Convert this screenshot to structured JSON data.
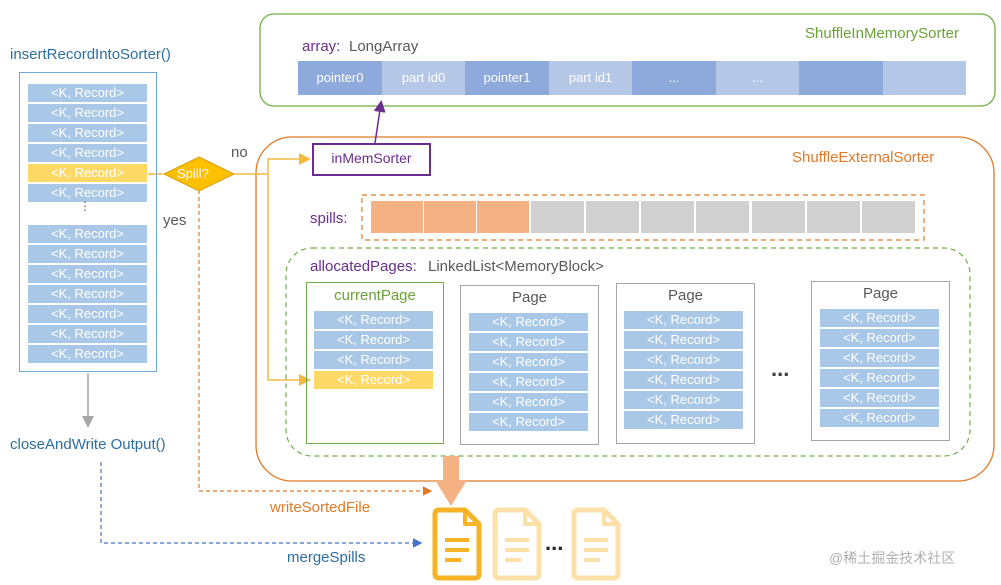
{
  "labels": {
    "insert": "insertRecordIntoSorter()",
    "close": "closeAndWrite Output()",
    "spill_q": "Spill?",
    "no": "no",
    "yes": "yes",
    "in_mem_sorter_class": "ShuffleInMemorySorter",
    "array_key": "array:",
    "array_type": "LongArray",
    "in_mem_sorter": "inMemSorter",
    "external_sorter_class": "ShuffleExternalSorter",
    "spills": "spills:",
    "allocated_key": "allocatedPages:",
    "allocated_type": "LinkedList<MemoryBlock>",
    "current_page": "currentPage",
    "page": "Page",
    "ellipsis": "...",
    "write_sorted": "writeSortedFile",
    "merge_spills": "mergeSpills",
    "watermark": "@稀土掘金技术社区"
  },
  "record": "<K, Record>",
  "array_cells": [
    "pointer0",
    "part id0",
    "pointer1",
    "part id1",
    "...",
    "...",
    "",
    ""
  ],
  "colors": {
    "record_blue": "#a9c8e8",
    "highlight_yellow": "#ffd966",
    "orange": "#e07a28",
    "green": "#6aa336",
    "purple": "#6b2d8f",
    "blue_text": "#2e6e9e"
  }
}
